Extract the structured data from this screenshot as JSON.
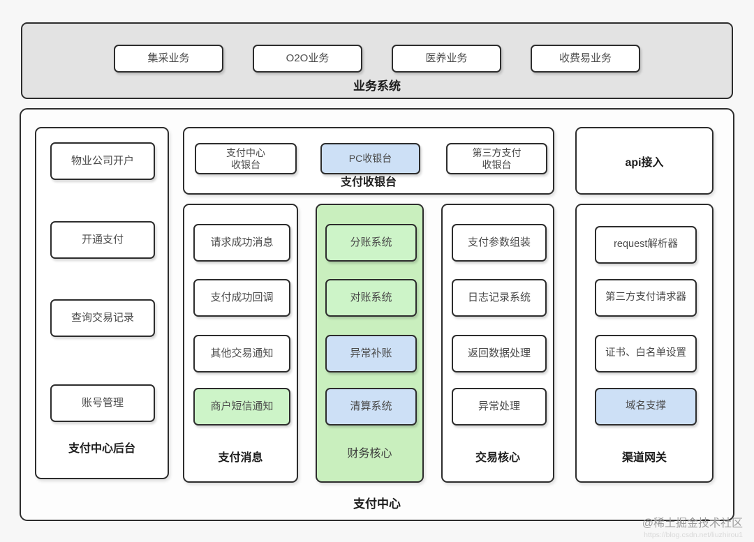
{
  "colors": {
    "page_bg": "#f7f7f7",
    "band_bg": "#e3e3e3",
    "border": "#2d2d2d",
    "box_text": "#4a4a4a",
    "label_text": "#1c1c1c",
    "blue_fill": "#cde0f6",
    "green_fill": "#cdf4c8",
    "green_panel": "#c9efbe"
  },
  "business_band": {
    "label": "业务系统",
    "items": [
      {
        "label": "集采业务"
      },
      {
        "label": "O2O业务"
      },
      {
        "label": "医养业务"
      },
      {
        "label": "收费易业务"
      }
    ]
  },
  "payment_center": {
    "label": "支付中心",
    "backend": {
      "label": "支付中心后台",
      "items": [
        {
          "label": "物业公司开户"
        },
        {
          "label": "开通支付"
        },
        {
          "label": "查询交易记录"
        },
        {
          "label": "账号管理"
        }
      ]
    },
    "cashier": {
      "label": "支付收银台",
      "items": [
        {
          "label": "支付中心\n收银台"
        },
        {
          "label": "PC收银台",
          "highlight": "blue"
        },
        {
          "label": "第三方支付\n收银台"
        }
      ]
    },
    "api_access": {
      "label": "api接入"
    },
    "payment_messages": {
      "label": "支付消息",
      "items": [
        {
          "label": "请求成功消息"
        },
        {
          "label": "支付成功回调"
        },
        {
          "label": "其他交易通知"
        },
        {
          "label": "商户短信通知",
          "highlight": "green"
        }
      ]
    },
    "finance_core": {
      "label": "财务核心",
      "items": [
        {
          "label": "分账系统",
          "highlight": "green"
        },
        {
          "label": "对账系统",
          "highlight": "green"
        },
        {
          "label": "异常补账",
          "highlight": "blue"
        },
        {
          "label": "清算系统",
          "highlight": "blue"
        }
      ]
    },
    "trade_core": {
      "label": "交易核心",
      "items": [
        {
          "label": "支付参数组装"
        },
        {
          "label": "日志记录系统"
        },
        {
          "label": "返回数据处理"
        },
        {
          "label": "异常处理"
        }
      ]
    },
    "channel_gateway": {
      "label": "渠道网关",
      "items": [
        {
          "label": "request解析器"
        },
        {
          "label": "第三方支付请求器"
        },
        {
          "label": "证书、白名单设置"
        },
        {
          "label": "域名支撑",
          "highlight": "blue"
        }
      ]
    }
  },
  "watermark": {
    "text": "@稀土掘金技术社区",
    "subtext": "https://blog.csdn.net/liuzhirou1"
  }
}
